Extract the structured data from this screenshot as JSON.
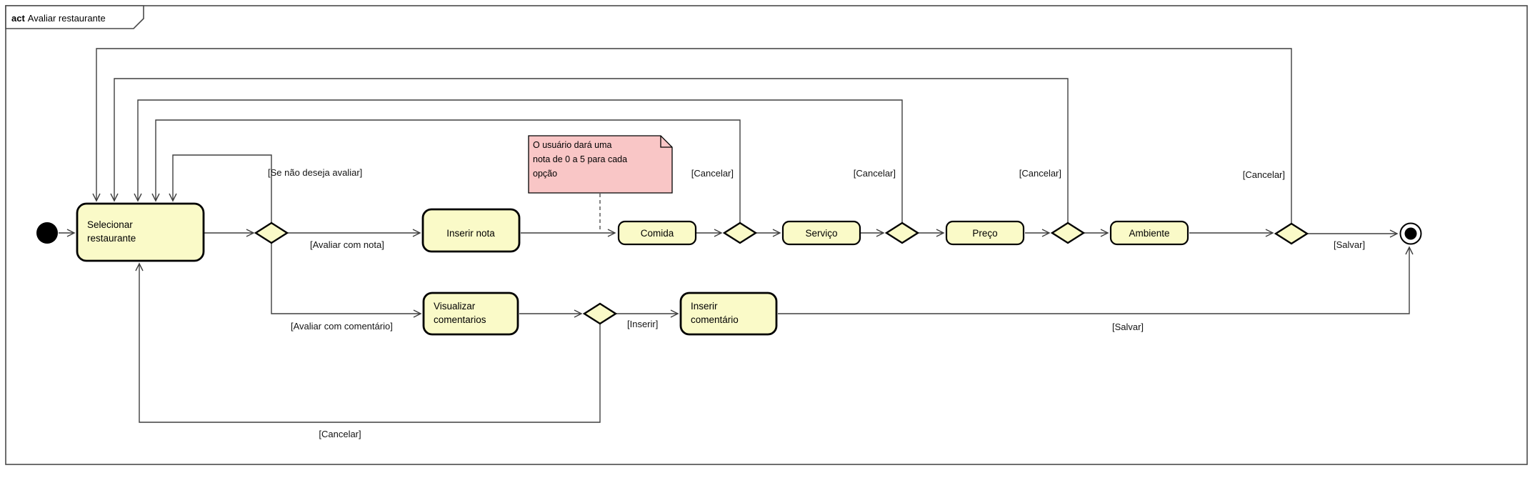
{
  "frame": {
    "tag": "act",
    "title": "Avaliar restaurante"
  },
  "activities": {
    "selecionar_restaurante": {
      "line1": "Selecionar",
      "line2": "restaurante"
    },
    "inserir_nota": {
      "label": "Inserir nota"
    },
    "comida": {
      "label": "Comida"
    },
    "servico": {
      "label": "Serviço"
    },
    "preco": {
      "label": "Preço"
    },
    "ambiente": {
      "label": "Ambiente"
    },
    "visualizar_comentarios": {
      "line1": "Visualizar",
      "line2": "comentarios"
    },
    "inserir_comentario": {
      "line1": "Inserir",
      "line2": "comentário"
    }
  },
  "note": {
    "line1": "O usuário dará uma",
    "line2": "nota de 0 a 5 para cada",
    "line3": "opção"
  },
  "guards": {
    "se_nao_deseja_avaliar": "[Se não deseja avaliar]",
    "avaliar_com_nota": "[Avaliar com nota]",
    "avaliar_com_comentario": "[Avaliar com comentário]",
    "inserir": "[Inserir]",
    "salvar_main": "[Salvar]",
    "salvar_comment": "[Salvar]",
    "cancelar_comida": "[Cancelar]",
    "cancelar_servico": "[Cancelar]",
    "cancelar_preco": "[Cancelar]",
    "cancelar_ambiente": "[Cancelar]",
    "cancelar_comentarios": "[Cancelar]"
  },
  "colors": {
    "activity_fill": "#FAFAC8",
    "note_fill": "#F9C6C6",
    "shape_stroke": "#000000",
    "connector": "#3F3F3F",
    "background": "#FFFFFF"
  }
}
